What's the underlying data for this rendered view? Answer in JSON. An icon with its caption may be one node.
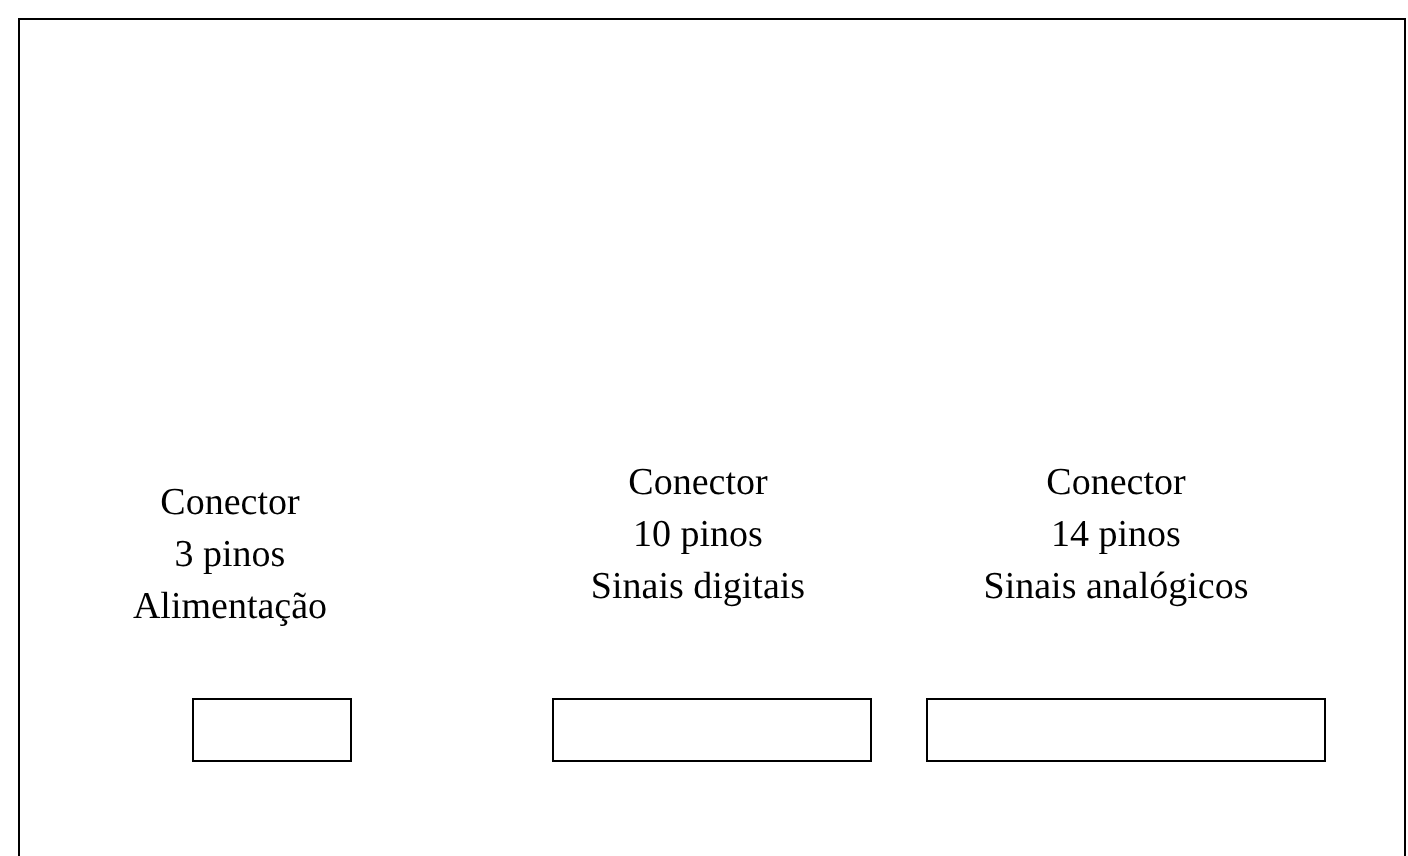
{
  "diagram": {
    "nodes": [
      {
        "text": [],
        "shape": "box"
      },
      {
        "text": [],
        "shape": "box",
        "in": 0,
        "beside": [
          "Conector",
          "3 pinos",
          "Alimentação"
        ]
      },
      {
        "text": [],
        "shape": "box",
        "in": 0,
        "beside": [
          "Conector",
          "10 pinos",
          "Sinais digitais"
        ]
      },
      {
        "text": [],
        "shape": "box",
        "in": 0,
        "beside": [
          "Conector",
          "14 pinos",
          "Sinais analógicos"
        ]
      }
    ]
  }
}
